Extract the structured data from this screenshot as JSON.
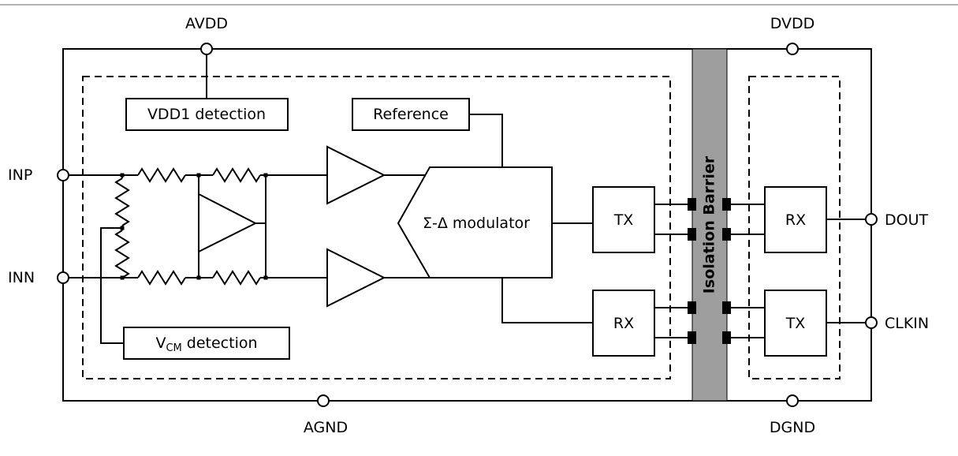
{
  "diagram": {
    "pins": {
      "avdd": "AVDD",
      "dvdd": "DVDD",
      "agnd": "AGND",
      "dgnd": "DGND",
      "inp": "INP",
      "inn": "INN",
      "dout": "DOUT",
      "clkin": "CLKIN"
    },
    "blocks": {
      "vdd1_detection": "VDD1 detection",
      "reference": "Reference",
      "modulator": "Σ-Δ modulator",
      "vcm_v": "V",
      "vcm_sub": "CM",
      "vcm_rest": " detection",
      "tx_analog": "TX",
      "rx_analog": "RX",
      "rx_digital": "RX",
      "tx_digital": "TX",
      "isolation_barrier": "Isolation Barrier"
    },
    "colors": {
      "line": "#000000",
      "barrier_fill": "#9e9e9e",
      "background": "#ffffff",
      "top_rule": "#b4b4b4"
    }
  }
}
